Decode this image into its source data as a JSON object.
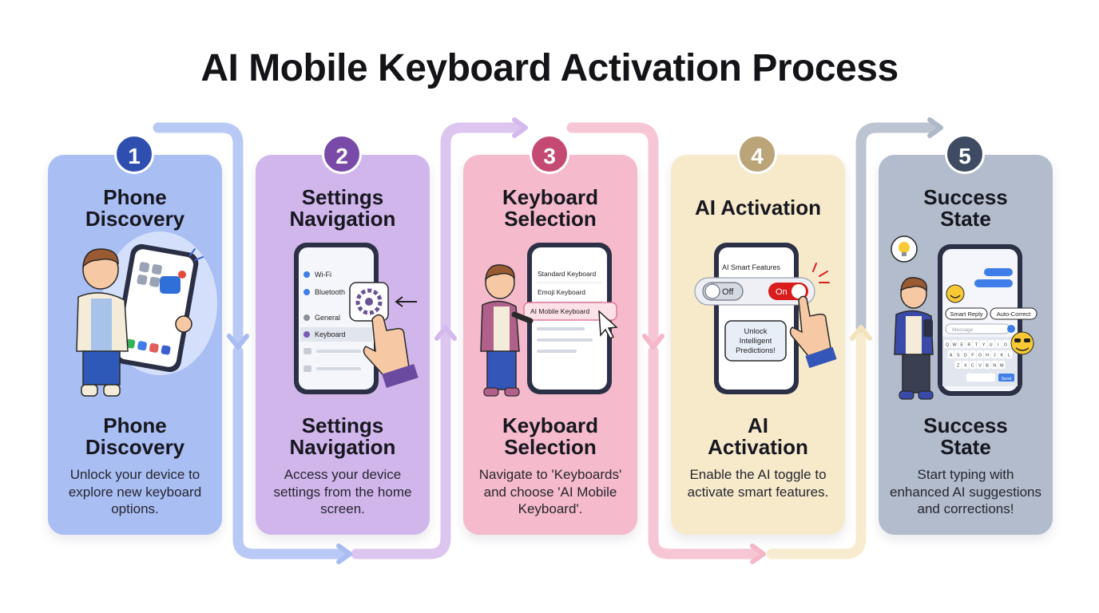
{
  "title": "AI Mobile Keyboard Activation Process",
  "colors": {
    "step1_card": "#a9bef3",
    "step1_badge": "#2f4fb0",
    "step2_card": "#d1b6ec",
    "step2_badge": "#7a4aa8",
    "step3_card": "#f5bacb",
    "step3_badge": "#c44a73",
    "step4_card": "#f6eacb",
    "step4_badge": "#bba477",
    "step5_card": "#b2bccd",
    "step5_badge": "#3e4b63"
  },
  "steps": [
    {
      "number": "1",
      "title_top": "Phone\nDiscovery",
      "title_bottom": "Phone\nDiscovery",
      "description": "Unlock your device to explore new keyboard options."
    },
    {
      "number": "2",
      "title_top": "Settings\nNavigation",
      "title_bottom": "Settings\nNavigation",
      "description": "Access your device settings from the home screen.",
      "menu": [
        "Wi-Fi",
        "Bluetooth",
        "General",
        "Keyboard"
      ]
    },
    {
      "number": "3",
      "title_top": "Keyboard\nSelection",
      "title_bottom": "Keyboard\nSelection",
      "description": "Navigate to 'Keyboards' and choose 'AI Mobile Keyboard'.",
      "options": [
        "Standard Keyboard",
        "Emoji Keyboard",
        "AI Mobile Keyboard"
      ]
    },
    {
      "number": "4",
      "title_top": "AI Activation",
      "title_bottom": "AI\nActivation",
      "description": "Enable the AI toggle to activate smart features.",
      "panel_title": "AI Smart Features",
      "toggle_off": "Off",
      "toggle_on": "On",
      "callout": "Unlock\nIntelligent\nPredictions!"
    },
    {
      "number": "5",
      "title_top": "Success\nState",
      "title_bottom": "Success\nState",
      "description": "Start typing with enhanced AI suggestions and corrections!",
      "chips": [
        "Smart Reply",
        "Auto-Correct"
      ],
      "input_placeholder": "Message",
      "send_label": "Send",
      "keyboard_rows": [
        "QWERTYUIOP",
        "ASDFGHJKL",
        "ZXCVBNM"
      ]
    }
  ]
}
